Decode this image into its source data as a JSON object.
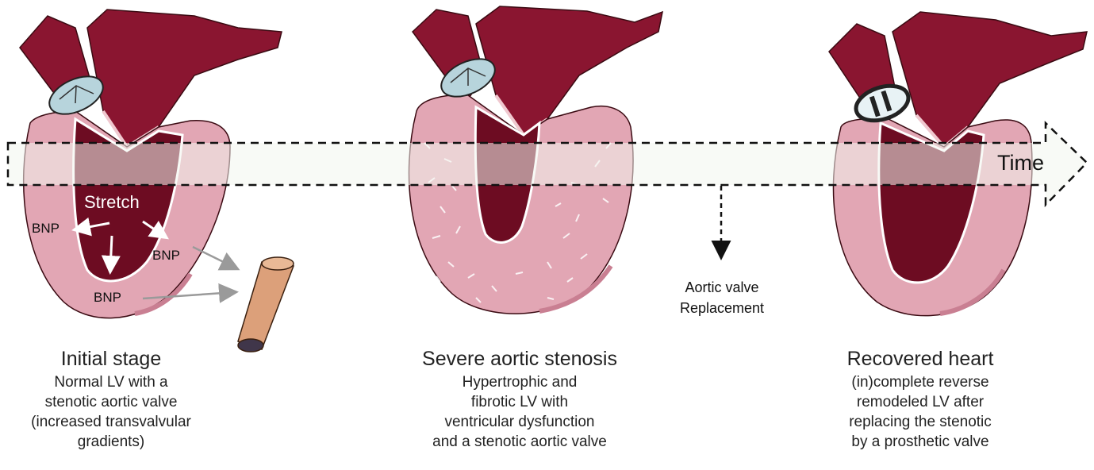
{
  "stages": [
    {
      "title": "Initial stage",
      "description": [
        "Normal LV with a",
        "stenotic aortic valve",
        "(increased transvalvular",
        "gradients)"
      ]
    },
    {
      "title": "Severe aortic stenosis",
      "description": [
        "Hypertrophic and",
        "fibrotic LV with",
        "ventricular dysfunction",
        "and a stenotic aortic valve"
      ]
    },
    {
      "title": "Recovered heart",
      "description": [
        "(in)complete reverse",
        "remodeled LV after",
        "replacing the stenotic",
        "by a prosthetic valve"
      ]
    }
  ],
  "labels": {
    "stretch": "Stretch",
    "bnp": "BNP",
    "time": "Time",
    "replacement": [
      "Aortic valve",
      "Replacement"
    ]
  },
  "colors": {
    "aorta": "#8a1530",
    "aorta_edge": "#f0c8cf",
    "myocardium": "#e2a6b4",
    "myocardium_dark": "#c97f92",
    "cavity": "#6d0c22",
    "band": "#f3f5ee",
    "vessel": "#dca07a",
    "valve": "#b7d4dc"
  }
}
